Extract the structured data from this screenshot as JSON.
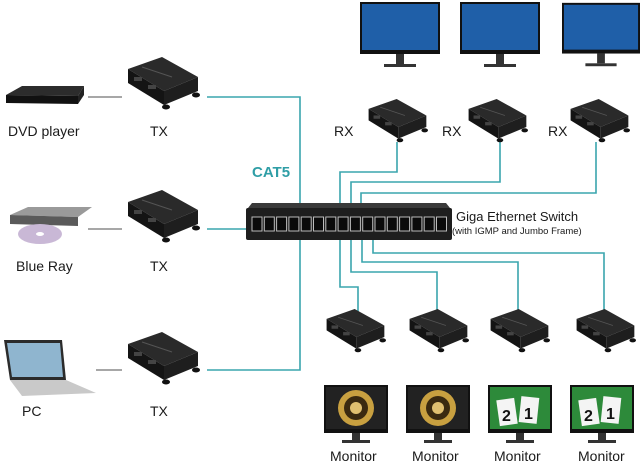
{
  "colors": {
    "cable": "#3aa5ad",
    "device": "#1b1b1b",
    "label": "#1a1a1a"
  },
  "cable_label": "CAT5",
  "switch": {
    "title": "Giga Ethernet Switch",
    "subtitle": "(with IGMP and Jumbo Frame)"
  },
  "sources": [
    {
      "label": "DVD player",
      "icon": "dvd-player-icon"
    },
    {
      "label": "Blue Ray",
      "icon": "bluray-player-icon"
    },
    {
      "label": "PC",
      "icon": "laptop-icon"
    }
  ],
  "transmitters": [
    {
      "label": "TX"
    },
    {
      "label": "TX"
    },
    {
      "label": "TX"
    }
  ],
  "receivers_top": [
    {
      "label": "RX"
    },
    {
      "label": "RX"
    },
    {
      "label": "RX"
    }
  ],
  "monitors_bottom": [
    {
      "label": "Monitor"
    },
    {
      "label": "Monitor"
    },
    {
      "label": "Monitor"
    },
    {
      "label": "Monitor"
    }
  ]
}
